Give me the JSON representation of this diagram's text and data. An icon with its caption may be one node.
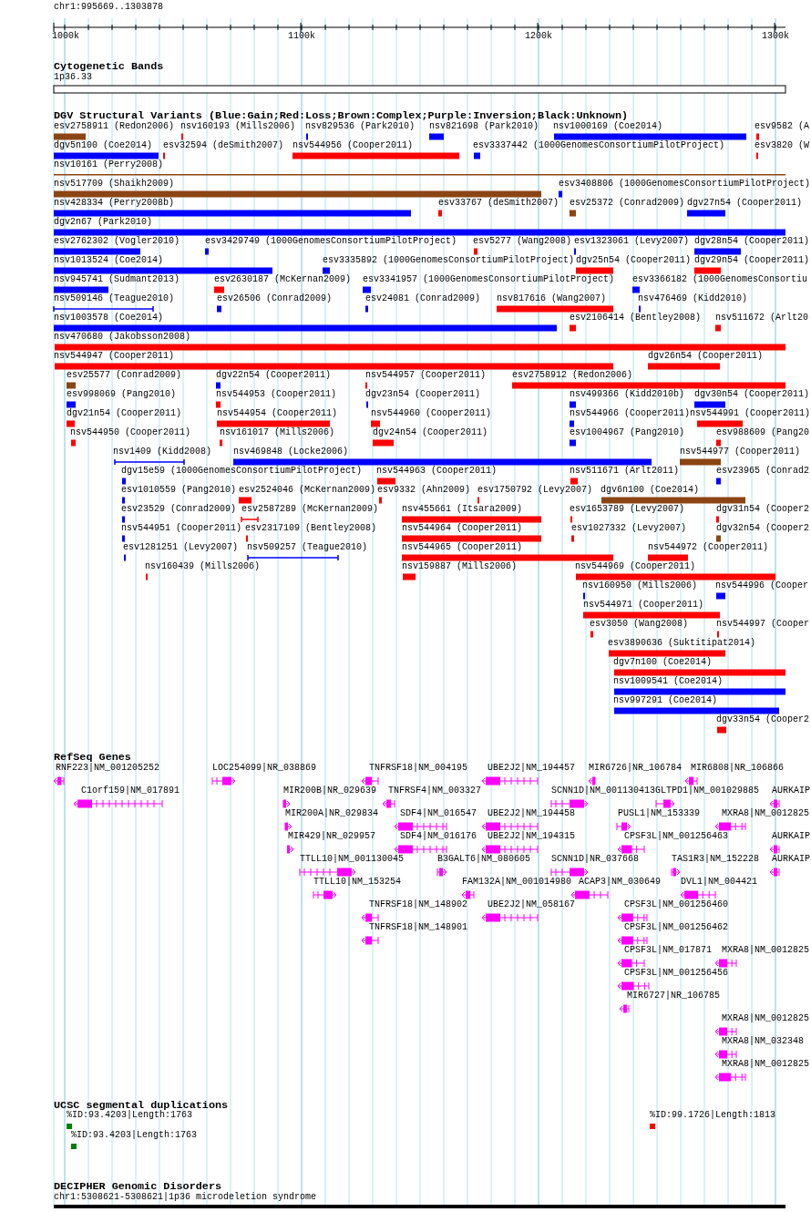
{
  "diagram": {
    "title": "chr1:995669..1303878",
    "labels": [
      "1000k",
      "1100k",
      "1200k",
      "1300k",
      "Cytogenetic Bands",
      "1p36.33",
      "DGV Structural Variants (Blue:Gain;Red:Loss;Brown:Complex;Purple:Inversion;Black:Unknown)",
      "esv2758911 (Redon2006)",
      "nsv160193 (Mills2006)",
      "nsv829536 (Park2010)",
      "nsv821698 (Park2010)",
      "nsv1000169 (Coe2014)",
      "esv9582 (A",
      "dgv5n100 (Coe2014)",
      "esv32594 (deSmith2007)",
      "nsv544956 (Cooper2011)",
      "esv3337442 (1000GenomesConsortiumPilotProject)",
      "esv3820 (W",
      "nsv10161 (Perry2008)",
      "nsv517709 (Shaikh2009)",
      "esv3408806 (1000GenomesConsortiumPilotProject)",
      "nsv428334 (Perry2008b)",
      "esv33767 (deSmith2007)",
      "esv25372 (Conrad2009)",
      "dgv27n54 (Cooper2011)",
      "dgv2n67 (Park2010)",
      "esv2762302 (Vogler2010)",
      "esv3429749 (1000GenomesConsortiumPilotProject)",
      "esv5277 (Wang2008)",
      "esv1323061 (Levy2007)",
      "dgv28n54 (Cooper2011)",
      "nsv1013524 (Coe2014)",
      "esv3335892 (1000GenomesConsortiumPilotProject)",
      "dgv25n54 (Cooper2011)",
      "dgv29n54 (Cooper2011)",
      "nsv945741 (Sudmant2013)",
      "esv2630187 (McKernan2009)",
      "esv3341957 (1000GenomesConsortiumPilotProject)",
      "esv3366182 (1000GenomesConsortiu",
      "nsv509146 (Teague2010)",
      "esv26506 (Conrad2009)",
      "esv24081 (Conrad2009)",
      "nsv817616 (Wang2007)",
      "nsv476469 (Kidd2010)",
      "nsv1003578 (Coe2014)",
      "esv2106414 (Bentley2008)",
      "nsv511672 (Arlt20",
      "nsv470680 (Jakobsson2008)",
      "nsv544947 (Cooper2011)",
      "dgv26n54 (Cooper2011)",
      "esv25577 (Conrad2009)",
      "dgv22n54 (Cooper2011)",
      "nsv544957 (Cooper2011)",
      "esv2758912 (Redon2006)",
      "esv998069 (Pang2010)",
      "nsv544953 (Cooper2011)",
      "dgv23n54 (Cooper2011)",
      "nsv499366 (Kidd2010b)",
      "dgv30n54 (Cooper2011)",
      "dgv21n54 (Cooper2011)",
      "nsv544954 (Cooper2011)",
      "nsv544960 (Cooper2011)",
      "nsv544966 (Cooper2011)",
      "nsv544991 (Cooper2011)",
      "nsv544950 (Cooper2011)",
      "nsv161017 (Mills2006)",
      "dgv24n54 (Cooper2011)",
      "esv1004967 (Pang2010)",
      "esv988609 (Pang20",
      "nsv1409 (Kidd2008)",
      "nsv469848 (Locke2006)",
      "nsv544977 (Cooper2011)",
      "dgv15e59 (1000GenomesConsortiumPilotProject)",
      "nsv544963 (Cooper2011)",
      "nsv511671 (Arlt2011)",
      "esv23965 (Conrad2",
      "esv1010559 (Pang2010)",
      "esv2524046 (McKernan2009)",
      "esv9332 (Ahn2009)",
      "esv1750792 (Levy2007)",
      "dgv6n100 (Coe2014)",
      "esv23529 (Conrad2009)",
      "esv2587289 (McKernan2009)",
      "nsv455661 (Itsara2009)",
      "esv1653789 (Levy2007)",
      "dgv31n54 (Cooper2",
      "nsv544951 (Cooper2011)",
      "esv2317109 (Bentley2008)",
      "nsv544964 (Cooper2011)",
      "esv1027332 (Levy2007)",
      "dgv32n54 (Cooper2",
      "esv1281251 (Levy2007)",
      "nsv509257 (Teague2010)",
      "nsv544965 (Cooper2011)",
      "nsv544972 (Cooper2011)",
      "nsv160439 (Mills2006)",
      "nsv159887 (Mills2006)",
      "nsv544969 (Cooper2011)",
      "nsv160950 (Mills2006)",
      "nsv544996 (Cooper",
      "nsv544971 (Cooper2011)",
      "esv3050 (Wang2008)",
      "nsv544997 (Cooper",
      "esv3890636 (Suktitipat2014)",
      "dgv7n100 (Coe2014)",
      "nsv1009541 (Coe2014)",
      "nsv997291 (Coe2014)",
      "dgv33n54 (Cooper2",
      "RefSeq Genes",
      "RNF223|NM_001205252",
      "LOC254099|NR_038869",
      "TNFRSF18|NM_004195",
      "UBE2J2|NM_194457",
      "MIR6726|NR_106784",
      "MIR6808|NR_106866",
      "C1orf159|NM_017891",
      "MIR200B|NR_029639",
      "TNFRSF4|NM_003327",
      "SCNN1D|NM_001130413",
      "GLTPD1|NM_001029885",
      "AURKAIP",
      "MIR200A|NR_029834",
      "SDF4|NM_016547",
      "UBE2J2|NM_194458",
      "PUSL1|NM_153339",
      "MXRA8|NM_0012825",
      "MIR429|NR_029957",
      "SDF4|NM_016176",
      "UBE2J2|NM_194315",
      "CPSF3L|NM_001256463",
      "AURKAIP",
      "TTLL10|NM_001130045",
      "B3GALT6|NM_080605",
      "SCNN1D|NR_037668",
      "TAS1R3|NM_152228",
      "AURKAIP",
      "TTLL10|NM_153254",
      "FAM132A|NM_001014980",
      "ACAP3|NM_030649",
      "DVL1|NM_004421",
      "TNFRSF18|NM_148902",
      "UBE2J2|NM_058167",
      "CPSF3L|NM_001256460",
      "TNFRSF18|NM_148901",
      "CPSF3L|NM_001256462",
      "CPSF3L|NM_017871",
      "MXRA8|NM_0012825",
      "CPSF3L|NM_001256456",
      "MIR6727|NR_106785",
      "MXRA8|NM_0012825",
      "MXRA8|NM_032348",
      "MXRA8|NM_0012825",
      "UCSC segmental duplications",
      "%ID:93.4203|Length:1763",
      "%ID:93.4203|Length:1763",
      "%ID:99.1726|Length:1813",
      "DECIPHER Genomic Disorders",
      "chr1:5308621-5308621|1p36 microdeletion syndrome"
    ]
  }
}
